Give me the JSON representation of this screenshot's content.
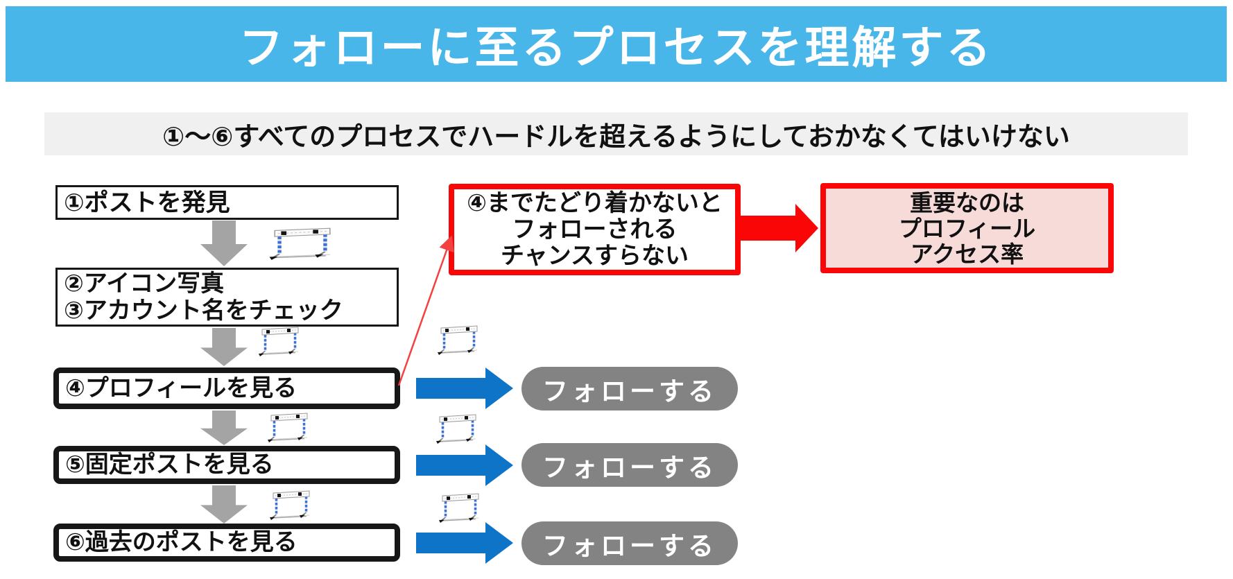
{
  "header": {
    "title": "フォローに至るプロセスを理解する"
  },
  "note": {
    "text": "①〜⑥すべてのプロセスでハードルを超えるようにしておかなくてはいけない"
  },
  "flow": {
    "step1": {
      "label": "①ポストを発見"
    },
    "step2_3": {
      "line1": "②アイコン写真",
      "line2": "③アカウント名をチェック"
    },
    "step4": {
      "label": "④プロフィールを見る"
    },
    "step5": {
      "label": "⑤固定ポストを見る"
    },
    "step6": {
      "label": "⑥過去のポストを見る"
    },
    "follow_label": "フォローする"
  },
  "callout": {
    "line1": "④までたどり着かないと",
    "line2": "フォローされる",
    "line3": "チャンスすらない"
  },
  "conclusion": {
    "line1": "重要なのは",
    "line2": "プロフィール",
    "line3": "アクセス率"
  },
  "icons": {
    "hurdle": "hurdle-icon",
    "down_arrow": "down-arrow-icon",
    "follow_arrow": "blue-right-arrow-icon",
    "result_arrow": "red-right-arrow-icon",
    "reference_arrow": "red-connector-arrow-icon"
  },
  "colors": {
    "banner_blue": "#49b6e9",
    "note_bg": "#f0f0f0",
    "box_border_black": "#171717",
    "gray_arrow": "#a4a4a4",
    "flow_arrow_blue": "#0e74c8",
    "follow_button_gray": "#838383",
    "accent_red": "#fb0606",
    "connector_red": "#f54040",
    "conclusion_pink_bg": "#f7dbd9"
  }
}
